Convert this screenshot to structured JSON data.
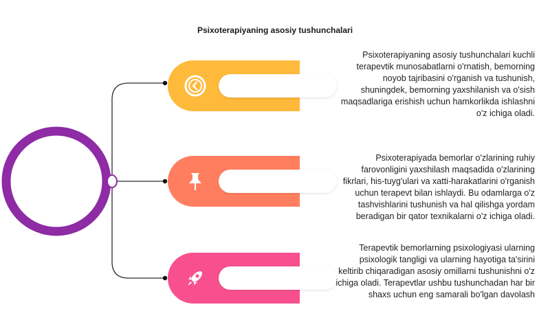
{
  "title": "Psixoterapiyaning asosiy tushunchalari",
  "items": [
    {
      "icon": "clock-icon",
      "color": "#FFB93B",
      "text": "Psixoterapiyaning asosiy tushunchalari kuchli terapevtik munosabatlarni o'rnatish, bemorning noyob tajribasini o'rganish va tushunish, shuningdek, bemorning yaxshilanish va o'sish maqsadlariga erishish uchun hamkorlikda ishlashni o'z ichiga oladi."
    },
    {
      "icon": "pushpin-icon",
      "color": "#FF7E5F",
      "text": "Psixoterapiyada bemorlar o'zlarining ruhiy farovonligini yaxshilash maqsadida o'zlarining fikrlari, his-tuyg'ulari va xatti-harakatlarini o'rganish uchun terapevt bilan ishlaydi. Bu odamlarga o'z tashvishlarini tushunish va hal qilishga yordam beradigan bir qator texnikalarni o'z ichiga oladi."
    },
    {
      "icon": "rocket-icon",
      "color": "#F8508E",
      "text": "Terapevtik bemorlarning psixologiyasi ularning psixologik tangligi va ularning hayotiga ta'sirini keltirib chiqaradigan asosiy omillarni tushunishni o'z ichiga oladi. Terapevtlar ushbu tushunchadan har bir shaxs uchun eng samarali bo'lgan davolash"
    }
  ],
  "colors": {
    "ring": "#8E2BA5",
    "connector": "#2B2B2B",
    "node": "#8E2BA5"
  }
}
